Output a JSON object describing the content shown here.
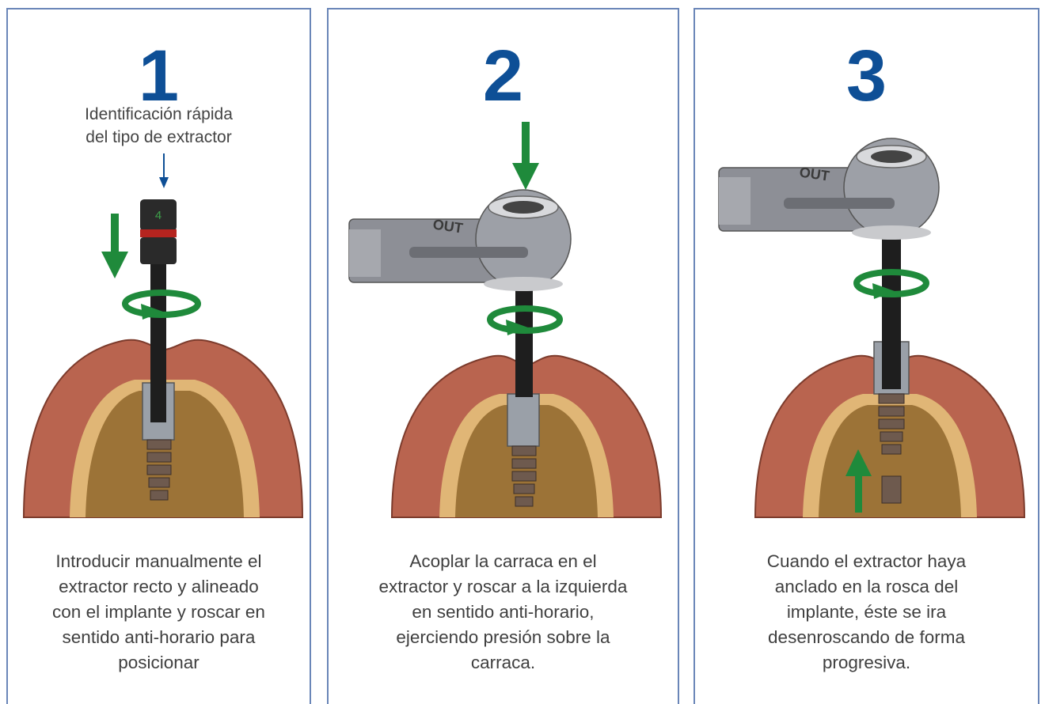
{
  "colors": {
    "border": "#6a86b8",
    "number": "#0e4f96",
    "text": "#3f3f3f",
    "arrow_green": "#1f8a3b",
    "gum": "#b9644f",
    "bone": "#c89a4c",
    "metal": "#8d8f96"
  },
  "steps": [
    {
      "number": "1",
      "subtitle": [
        "Identificación rápida",
        "del tipo de extractor"
      ],
      "extractor_label": "4",
      "description": [
        "Introducir manualmente el",
        "extractor recto y alineado",
        "con el implante y roscar en",
        "sentido anti-horario para",
        "posicionar"
      ]
    },
    {
      "number": "2",
      "ratchet_label": "OUT",
      "description": [
        "Acoplar la carraca en el",
        "extractor y roscar a la izquierda",
        "en sentido anti-horario,",
        "ejerciendo presión sobre la",
        "carraca."
      ]
    },
    {
      "number": "3",
      "ratchet_label": "OUT",
      "description": [
        "Cuando el extractor haya",
        "anclado en la rosca del",
        "implante, éste se ira",
        "desenroscando de forma",
        "progresiva."
      ]
    }
  ]
}
